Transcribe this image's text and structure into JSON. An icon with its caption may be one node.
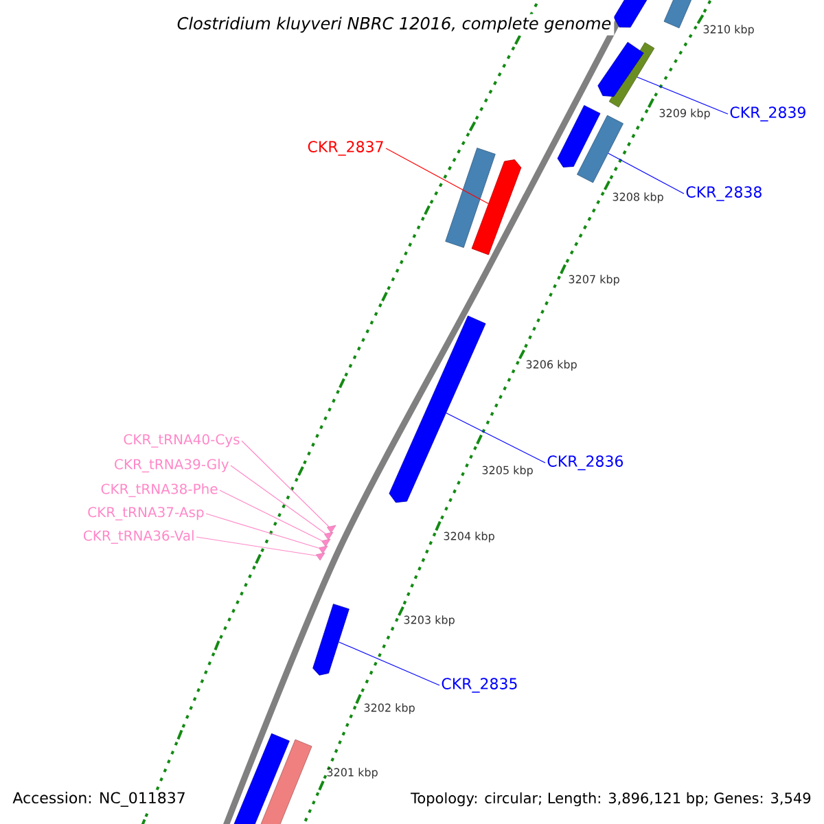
{
  "diagram": {
    "title": "Clostridium kluyveri NBRC 12016, complete genome",
    "nodes": [
      {
        "text": [
          "CKR_2839"
        ]
      },
      {
        "text": [],
        "shape": "bar"
      },
      {
        "text": [
          "CKR_2838"
        ]
      },
      {
        "text": [],
        "shape": "bar"
      },
      {
        "text": [
          "CKR_2837"
        ]
      },
      {
        "text": [],
        "shape": "bar"
      },
      {
        "text": [
          "CKR_2836"
        ]
      },
      {
        "text": [],
        "shape": "bar"
      },
      {
        "text": [
          "CKR_tRNA40-Cys"
        ]
      },
      {
        "text": [
          "CKR_tRNA39-Gly"
        ]
      },
      {
        "text": [
          "CKR_tRNA38-Phe"
        ]
      },
      {
        "text": [
          "CKR_tRNA37-Asp"
        ]
      },
      {
        "text": [
          "CKR_tRNA36-Val"
        ]
      },
      {
        "text": [],
        "shape": "triangle"
      },
      {
        "text": [],
        "shape": "triangle"
      },
      {
        "text": [],
        "shape": "triangle"
      },
      {
        "text": [],
        "shape": "triangle"
      },
      {
        "text": [],
        "shape": "triangle"
      },
      {
        "text": [
          "CKR_2835"
        ]
      },
      {
        "text": [],
        "shape": "bar"
      },
      {
        "text": [],
        "shape": "bar"
      },
      {
        "text": [],
        "shape": "bar"
      },
      {
        "text": [],
        "shape": "bar"
      },
      {
        "text": [],
        "shape": "bar"
      },
      {
        "text": [],
        "shape": "bar"
      },
      {
        "text": [],
        "shape": "bar"
      },
      {
        "text": [],
        "shape": "bar"
      }
    ],
    "edges": [
      {
        "from": 0,
        "to": 1,
        "arrow": "none",
        "color": "#0000ff"
      },
      {
        "from": 2,
        "to": 3,
        "arrow": "none",
        "color": "#0000ff"
      },
      {
        "from": 4,
        "to": 5,
        "arrow": "none",
        "color": "#ff0000"
      },
      {
        "from": 6,
        "to": 7,
        "arrow": "none",
        "color": "#0000ff"
      },
      {
        "from": 8,
        "to": 13,
        "arrow": "none",
        "color": "#ff88c8"
      },
      {
        "from": 9,
        "to": 14,
        "arrow": "none",
        "color": "#ff88c8"
      },
      {
        "from": 10,
        "to": 15,
        "arrow": "none",
        "color": "#ff88c8"
      },
      {
        "from": 11,
        "to": 16,
        "arrow": "none",
        "color": "#ff88c8"
      },
      {
        "from": 12,
        "to": 17,
        "arrow": "none",
        "color": "#ff88c8"
      },
      {
        "from": 18,
        "to": 19,
        "arrow": "none",
        "color": "#0000ff"
      }
    ],
    "labels": [
      "3210 kbp",
      "3209 kbp",
      "3208 kbp",
      "3207 kbp",
      "3206 kbp",
      "3205 kbp",
      "3204 kbp",
      "3203 kbp",
      "3202 kbp",
      "3201 kbp",
      "Accession: NC_011837",
      "Topology: circular; Length: 3,896,121 bp; Genes: 3,549"
    ]
  }
}
